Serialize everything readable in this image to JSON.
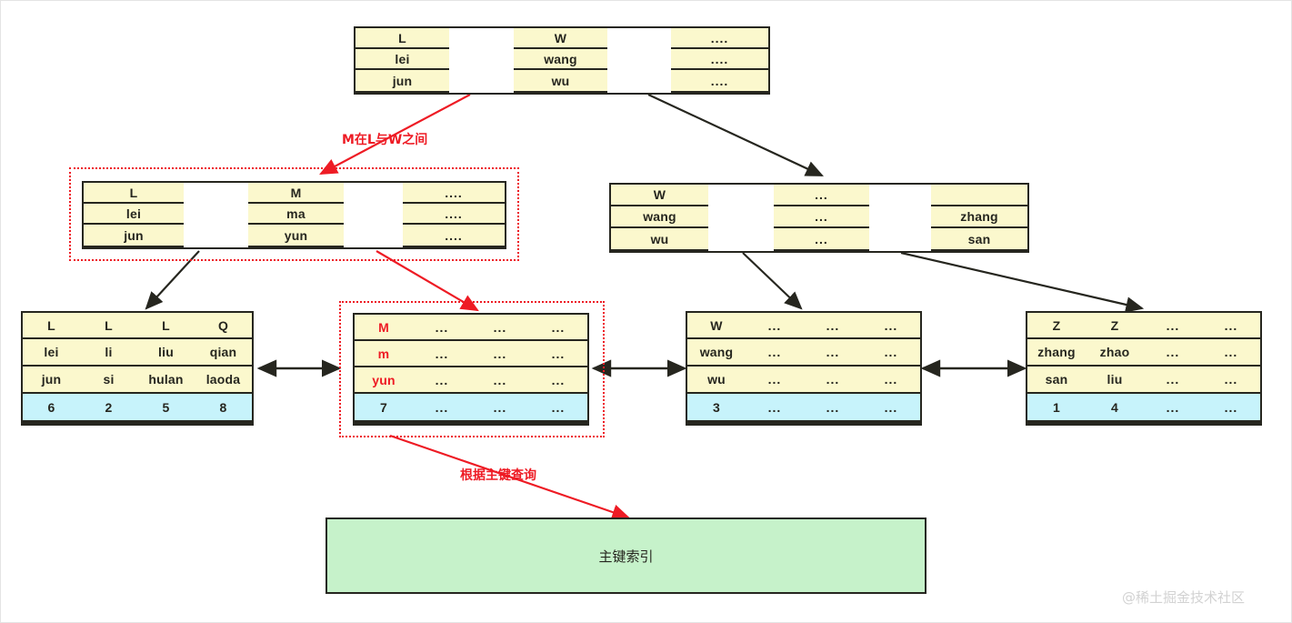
{
  "colors": {
    "cell_fill": "#fbf8cd",
    "pk_fill": "#c7f3fb",
    "pointer_fill": "#ffffff",
    "border": "#26261f",
    "highlight": "#ee1b24",
    "green_box": "#c6f2ca",
    "arrow": "#26261f",
    "watermark": "#d2d2d2"
  },
  "root": {
    "columns": [
      {
        "kind": "data",
        "cells": [
          "L",
          "lei",
          "jun"
        ]
      },
      {
        "kind": "pointer",
        "cells": [
          "",
          "",
          ""
        ]
      },
      {
        "kind": "data",
        "cells": [
          "W",
          "wang",
          "wu"
        ]
      },
      {
        "kind": "pointer",
        "cells": [
          "",
          "",
          ""
        ]
      },
      {
        "kind": "data",
        "cells": [
          "....",
          "....",
          "...."
        ]
      }
    ]
  },
  "internal_left": {
    "highlighted": true,
    "columns": [
      {
        "kind": "data",
        "cells": [
          "L",
          "lei",
          "jun"
        ]
      },
      {
        "kind": "pointer",
        "cells": [
          "",
          "",
          ""
        ]
      },
      {
        "kind": "data",
        "cells": [
          "M",
          "ma",
          "yun"
        ]
      },
      {
        "kind": "pointer",
        "cells": [
          "",
          "",
          ""
        ]
      },
      {
        "kind": "data",
        "cells": [
          "....",
          "....",
          "...."
        ]
      }
    ]
  },
  "internal_right": {
    "highlighted": false,
    "columns": [
      {
        "kind": "data",
        "cells": [
          "W",
          "wang",
          "wu"
        ]
      },
      {
        "kind": "pointer",
        "cells": [
          "",
          "",
          ""
        ]
      },
      {
        "kind": "data",
        "cells": [
          "...",
          "...",
          "..."
        ]
      },
      {
        "kind": "pointer",
        "cells": [
          "",
          "",
          ""
        ]
      },
      {
        "kind": "data",
        "cells": [
          "",
          "zhang",
          "san"
        ]
      }
    ]
  },
  "leaves": [
    {
      "id": "leaf-1",
      "highlighted": false,
      "columns": [
        {
          "cells": [
            "L",
            "lei",
            "jun"
          ],
          "pk": "6"
        },
        {
          "cells": [
            "L",
            "li",
            "si"
          ],
          "pk": "2"
        },
        {
          "cells": [
            "L",
            "liu",
            "hulan"
          ],
          "pk": "5"
        },
        {
          "cells": [
            "Q",
            "qian",
            "laoda"
          ],
          "pk": "8"
        }
      ]
    },
    {
      "id": "leaf-2",
      "highlighted": true,
      "columns": [
        {
          "cells": [
            "M",
            "m",
            "yun"
          ],
          "pk": "7",
          "red": true
        },
        {
          "cells": [
            "...",
            "...",
            "..."
          ],
          "pk": "..."
        },
        {
          "cells": [
            "...",
            "...",
            "..."
          ],
          "pk": "..."
        },
        {
          "cells": [
            "...",
            "...",
            "..."
          ],
          "pk": "..."
        }
      ]
    },
    {
      "id": "leaf-3",
      "highlighted": false,
      "columns": [
        {
          "cells": [
            "W",
            "wang",
            "wu"
          ],
          "pk": "3"
        },
        {
          "cells": [
            "...",
            "...",
            "..."
          ],
          "pk": "..."
        },
        {
          "cells": [
            "...",
            "...",
            "..."
          ],
          "pk": "..."
        },
        {
          "cells": [
            "...",
            "...",
            "..."
          ],
          "pk": "..."
        }
      ]
    },
    {
      "id": "leaf-4",
      "highlighted": false,
      "columns": [
        {
          "cells": [
            "Z",
            "zhang",
            "san"
          ],
          "pk": "1"
        },
        {
          "cells": [
            "Z",
            "zhao",
            "liu"
          ],
          "pk": "4"
        },
        {
          "cells": [
            "...",
            "...",
            "..."
          ],
          "pk": "..."
        },
        {
          "cells": [
            "...",
            "...",
            "..."
          ],
          "pk": "..."
        }
      ]
    }
  ],
  "annotations": {
    "between": "M在L与W之间",
    "query_by_pk": "根据主键查询"
  },
  "green_box": {
    "label": "主键索引"
  },
  "watermark": {
    "text": "@稀土掘金技术社区"
  }
}
